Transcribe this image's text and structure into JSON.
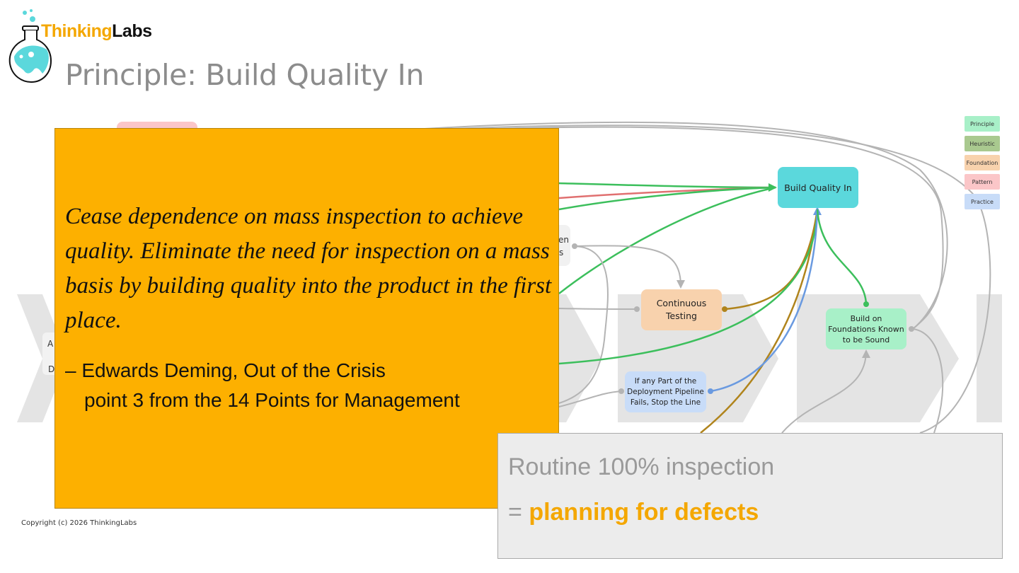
{
  "brand": {
    "logo_part1": "Thinking",
    "logo_part2": "Labs"
  },
  "slide": {
    "title": "Principle: Build Quality In"
  },
  "diagram": {
    "nodes": {
      "build_quality_in": "Build Quality In",
      "continuous_testing_l1": "Continuous",
      "continuous_testing_l2": "Testing",
      "build_foundations_l1": "Build on",
      "build_foundations_l2": "Foundations Known",
      "build_foundations_l3": "to be Sound",
      "stop_line_l1": "If any Part of the",
      "stop_line_l2": "Deployment Pipeline",
      "stop_line_l3": "Fails, Stop the Line",
      "partial_node_l1": "en",
      "partial_node_l2": "s",
      "partial_left_1": "A",
      "partial_left_2": "D"
    },
    "legend": [
      "Principle",
      "Heuristic",
      "Foundation",
      "Pattern",
      "Practice"
    ],
    "colors": {
      "principle": "#a8f0c8",
      "heuristic": "#a9c98f",
      "foundation": "#f8d2ad",
      "pattern": "#fbc6c8",
      "practice": "#c8dcf8",
      "build_quality_in": "#5bd8dc",
      "edge_green": "#3cbf5c",
      "edge_red": "#e07070",
      "edge_gray": "#b4b4b4",
      "edge_brown": "#b0841c",
      "edge_blue": "#6a9ae0"
    }
  },
  "quote": {
    "text": "Cease dependence on mass inspection to achieve quality. Eliminate the need for inspection on a mass basis by building quality into the product in the first place.",
    "attribution_line1": "– Edwards Deming, Out of the Crisis",
    "attribution_line2": "point 3 from the 14 Points for Management",
    "background": "#fdb000"
  },
  "callout": {
    "line1": "Routine 100% inspection",
    "line2_prefix": "= ",
    "line2_highlight": "planning for defects"
  },
  "footer": {
    "copyright": "Copyright (c) 2026 ThinkingLabs"
  }
}
